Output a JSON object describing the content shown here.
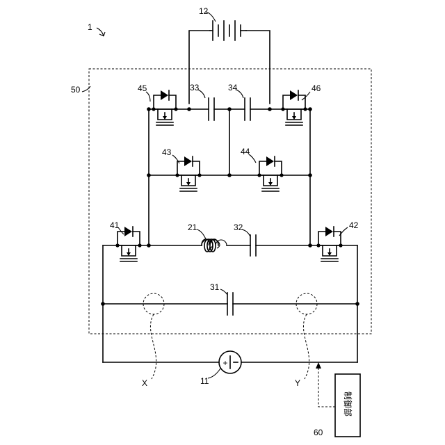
{
  "refs": {
    "device": "1",
    "battery": "12",
    "dc_source": "11",
    "inductor": "21",
    "cap_main": "31",
    "cap_series": "32",
    "cap_upper_left": "33",
    "cap_upper_right": "34",
    "sw_left": "41",
    "sw_right": "42",
    "sw_mid_left": "43",
    "sw_mid_right": "44",
    "sw_top_left": "45",
    "sw_top_right": "46",
    "module": "50",
    "controller": "60"
  },
  "labels": {
    "point_x": "X",
    "point_y": "Y",
    "controller_text": "制御部",
    "source_symbol": "+|−"
  }
}
